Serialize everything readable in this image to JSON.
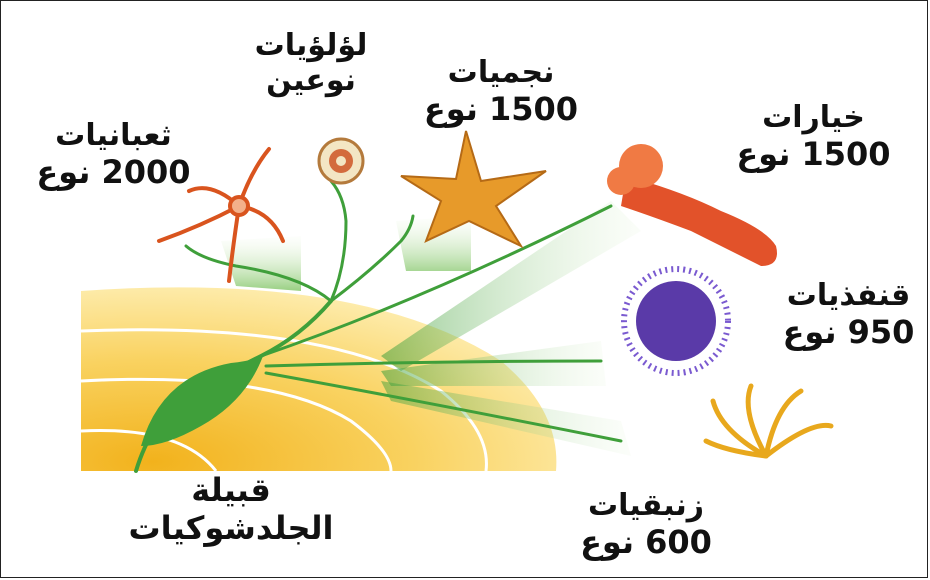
{
  "title": "قبيلة الجلدشوكيات",
  "groups": [
    {
      "name": "ثعبانيات",
      "count": "2000 نوع"
    },
    {
      "name": "لؤلؤيات",
      "count": "نوعين"
    },
    {
      "name": "نجميات",
      "count": "1500 نوع"
    },
    {
      "name": "خيارات",
      "count": "1500 نوع"
    },
    {
      "name": "قنفذيات",
      "count": "950 نوع"
    },
    {
      "name": "زنبقيات",
      "count": "600 نوع"
    }
  ],
  "colors": {
    "branch": "#3f9f3a",
    "fan": "#9ccf7e",
    "ground": "#f7c94a",
    "ground_light": "#fff2b8"
  }
}
